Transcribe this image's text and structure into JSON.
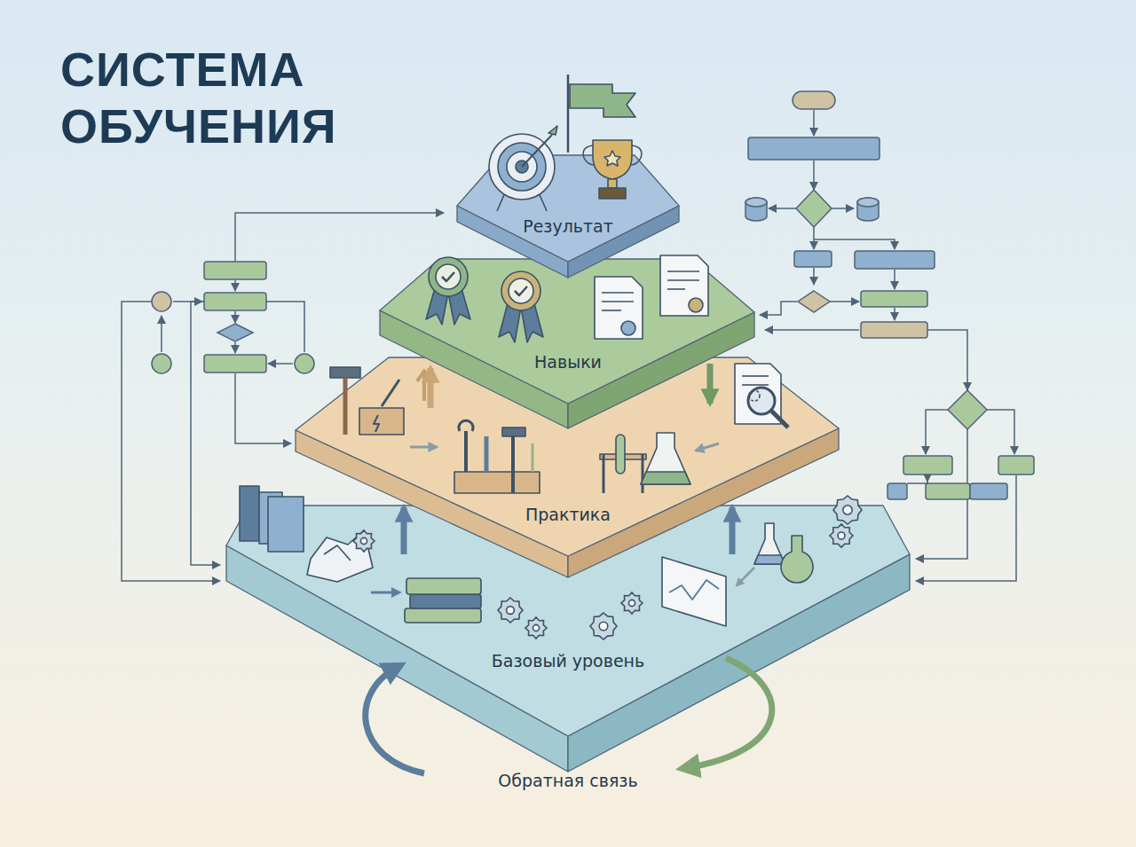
{
  "diagram": {
    "title": "СИСТЕМА ОБУЧЕНИЯ",
    "nodes": [
      {
        "text": [
          "Результат"
        ]
      },
      {
        "text": [
          "Навыки"
        ]
      },
      {
        "text": [
          "Практика"
        ]
      },
      {
        "text": [
          "Базовый уровень"
        ]
      }
    ],
    "edges": [
      {
        "from": 3,
        "to": 2,
        "arrow": "to"
      },
      {
        "from": 3,
        "to": 2,
        "arrow": "to"
      },
      {
        "from": 2,
        "to": 1,
        "arrow": "to"
      },
      {
        "from": 1,
        "to": 2,
        "arrow": "to"
      }
    ],
    "labels": [
      "Обратная связь"
    ]
  }
}
